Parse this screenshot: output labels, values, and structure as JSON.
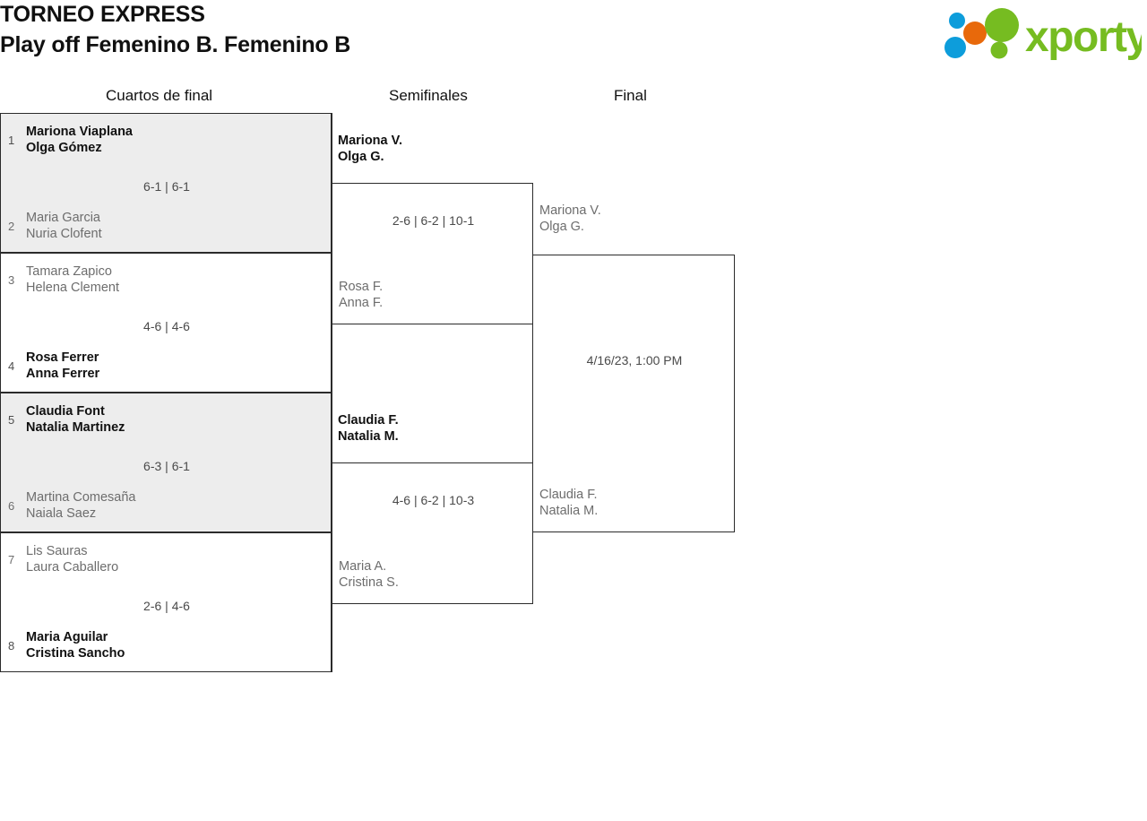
{
  "header": {
    "title": "TORNEO EXPRESS",
    "subtitle": "Play off Femenino B. Femenino B",
    "logo_name": "xporty",
    "logo_colors": {
      "green": "#76bc21",
      "blue": "#0d9ddb",
      "orange": "#e8690b"
    }
  },
  "rounds": [
    {
      "id": "qf",
      "label": "Cuartos de final"
    },
    {
      "id": "sf",
      "label": "Semifinales"
    },
    {
      "id": "f",
      "label": "Final"
    }
  ],
  "quarterfinals": [
    {
      "shaded": true,
      "top": {
        "seed": "1",
        "p1": "Mariona Viaplana",
        "p2": "Olga Gómez",
        "winner": true
      },
      "bottom": {
        "seed": "2",
        "p1": "Maria Garcia",
        "p2": "Nuria Clofent",
        "winner": false
      },
      "score": "6-1 | 6-1"
    },
    {
      "shaded": false,
      "top": {
        "seed": "3",
        "p1": "Tamara Zapico",
        "p2": "Helena Clement",
        "winner": false
      },
      "bottom": {
        "seed": "4",
        "p1": "Rosa Ferrer",
        "p2": "Anna Ferrer",
        "winner": true
      },
      "score": "4-6 | 4-6"
    },
    {
      "shaded": true,
      "top": {
        "seed": "5",
        "p1": "Claudia Font",
        "p2": "Natalia Martinez",
        "winner": true
      },
      "bottom": {
        "seed": "6",
        "p1": "Martina Comesaña",
        "p2": "Naiala Saez",
        "winner": false
      },
      "score": "6-3 | 6-1"
    },
    {
      "shaded": false,
      "top": {
        "seed": "7",
        "p1": "Lis Sauras",
        "p2": "Laura Caballero",
        "winner": false
      },
      "bottom": {
        "seed": "8",
        "p1": "Maria Aguilar",
        "p2": "Cristina Sancho",
        "winner": true
      },
      "score": "2-6 | 4-6"
    }
  ],
  "semifinals": [
    {
      "top": {
        "p1": "Mariona V.",
        "p2": "Olga G.",
        "winner": true
      },
      "bottom": {
        "p1": "Rosa F.",
        "p2": "Anna F.",
        "winner": false
      },
      "score": "2-6 | 6-2 | 10-1"
    },
    {
      "top": {
        "p1": "Claudia F.",
        "p2": "Natalia M.",
        "winner": true
      },
      "bottom": {
        "p1": "Maria A.",
        "p2": "Cristina S.",
        "winner": false
      },
      "score": "4-6 | 6-2 | 10-3"
    }
  ],
  "final": {
    "top": {
      "p1": "Mariona V.",
      "p2": "Olga G.",
      "winner": false
    },
    "bottom": {
      "p1": "Claudia F.",
      "p2": "Natalia M.",
      "winner": false
    },
    "score": "4/16/23, 1:00 PM"
  }
}
